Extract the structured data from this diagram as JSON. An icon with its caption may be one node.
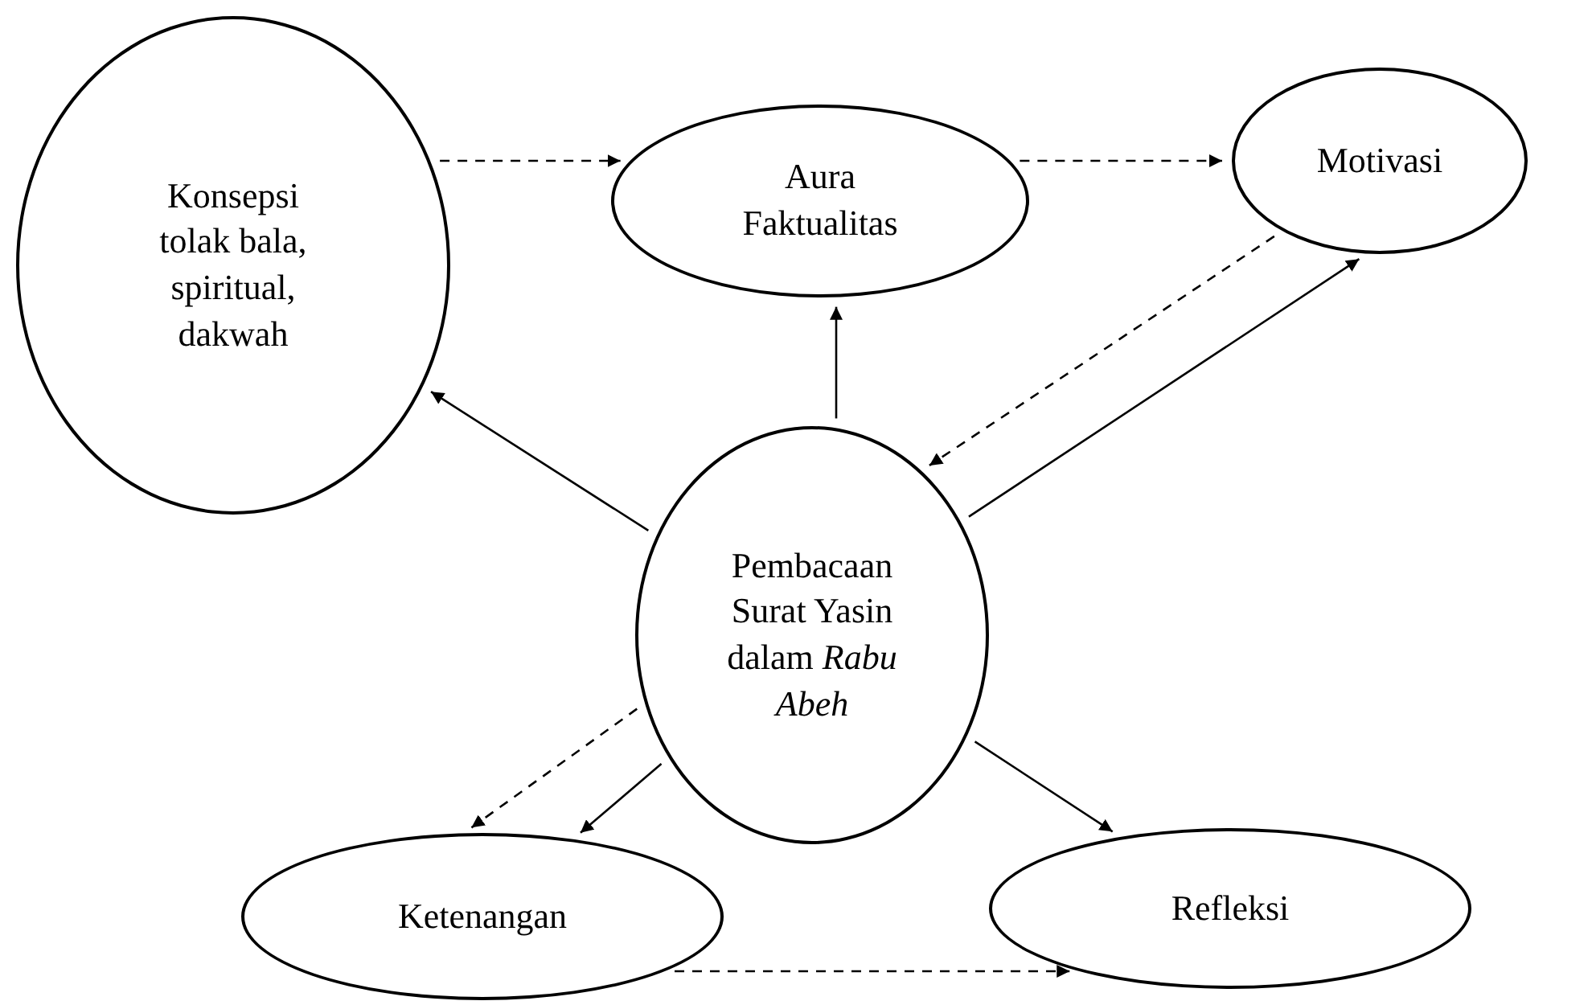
{
  "diagram": {
    "nodes": [
      {
        "text": [
          "Konsepsi tolak bala, spiritual, dakwah"
        ]
      },
      {
        "text": [
          "Aura Faktualitas"
        ]
      },
      {
        "text": [
          "Motivasi"
        ]
      },
      {
        "text": [
          "Pembacaan Surat Yasin dalam *Rabu Abeh*"
        ]
      },
      {
        "text": [
          "Ketenangan"
        ]
      },
      {
        "text": [
          "Refleksi"
        ]
      }
    ],
    "edges": [
      {
        "from": 0,
        "to": 1,
        "arrow": "to",
        "style": "dashed"
      },
      {
        "from": 1,
        "to": 2,
        "arrow": "to",
        "style": "dashed"
      },
      {
        "from": 3,
        "to": 1,
        "arrow": "to"
      },
      {
        "from": 3,
        "to": 0,
        "arrow": "to"
      },
      {
        "from": 3,
        "to": 2,
        "arrow": "to"
      },
      {
        "from": 2,
        "to": 3,
        "arrow": "to",
        "style": "dashed"
      },
      {
        "from": 3,
        "to": 4,
        "arrow": "to",
        "style": "dashed"
      },
      {
        "from": 3,
        "to": 4,
        "arrow": "to"
      },
      {
        "from": 3,
        "to": 5,
        "arrow": "to"
      },
      {
        "from": 4,
        "to": 5,
        "arrow": "to",
        "style": "dashed"
      }
    ]
  }
}
